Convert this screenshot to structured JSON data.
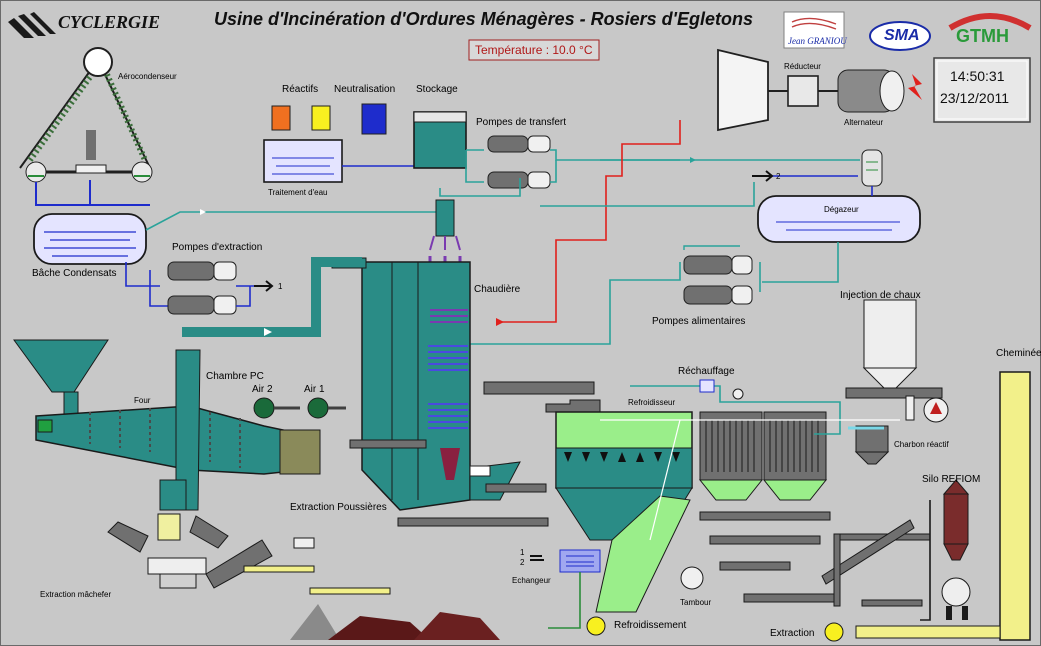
{
  "header": {
    "company": "CYCLERGIE",
    "title": "Usine d'Incinération d'Ordures Ménagères - Rosiers d'Egletons",
    "temperature": "Température : 10.0 °C",
    "logo_granjou": "Jean GRANIOU",
    "logo_sma": "SMA",
    "logo_gtmh": "GTMH"
  },
  "clock": {
    "time": "14:50:31",
    "date": "23/12/2011"
  },
  "labels": {
    "aerocondenseur": "Aérocondenseur",
    "reactifs": "Réactifs",
    "neutralisation": "Neutralisation",
    "stockage": "Stockage",
    "traitement_eau": "Traitement d'eau",
    "pompes_transfert": "Pompes de transfert",
    "reducteur": "Réducteur",
    "alternateur": "Alternateur",
    "degazeur": "Dégazeur",
    "bache_condensats": "Bâche Condensats",
    "pompes_extraction": "Pompes d'extraction",
    "chaudiere": "Chaudière",
    "pompes_alimentaires": "Pompes alimentaires",
    "injection_chaux": "Injection de chaux",
    "cheminee": "Cheminée",
    "chambre_pc": "Chambre PC",
    "four": "Four",
    "air2": "Air 2",
    "air1": "Air 1",
    "rechauffage": "Réchauffage",
    "refroidisseur": "Refroidisseur",
    "charbon_reactif": "Charbon réactif",
    "silo_refiom": "Silo REFIOM",
    "extraction_poussieres": "Extraction Poussières",
    "extraction_machefer": "Extraction mâchefer",
    "echangeur": "Echangeur",
    "tambour": "Tambour",
    "refroidissement": "Refroidissement",
    "extraction": "Extraction",
    "arrow_1": "1",
    "arrow_2": "2",
    "num_1": "1",
    "num_2": "2"
  },
  "colors": {
    "background": "#c8c8c8",
    "teal": "#2a8c86",
    "water": "#1e2ccc",
    "steam": "#e0201c",
    "condensate": "#2aa39a",
    "lime": "#9aee8a",
    "yellow": "#f2f08a",
    "title_red": "#b01818"
  }
}
